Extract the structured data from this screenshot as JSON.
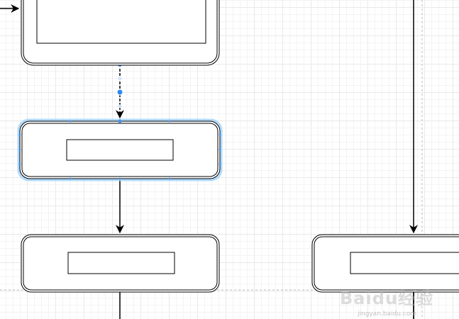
{
  "canvas": {
    "grid": true,
    "background_color": "#ffffff",
    "grid_color": "#e9e9e9",
    "selection_color": "#3399ff",
    "stroke_color": "#000000"
  },
  "diagram": {
    "nodes": [
      {
        "id": "process-box-top",
        "kind": "rounded-rectangle",
        "inner_label": "",
        "selected": false
      },
      {
        "id": "process-box-middle",
        "kind": "rounded-rectangle",
        "inner_label": "",
        "selected": true
      },
      {
        "id": "process-box-bottom-left",
        "kind": "rounded-rectangle",
        "inner_label": "",
        "selected": false
      },
      {
        "id": "process-box-bottom-right",
        "kind": "rounded-rectangle",
        "inner_label": "",
        "selected": false
      }
    ],
    "edges": [
      {
        "id": "edge-entry-to-top",
        "from": "off-canvas-left",
        "to": "process-box-top",
        "selected": false
      },
      {
        "id": "edge-top-to-middle",
        "from": "process-box-top",
        "to": "process-box-middle",
        "selected": true
      },
      {
        "id": "edge-middle-to-bottom-left",
        "from": "process-box-middle",
        "to": "process-box-bottom-left",
        "selected": false
      },
      {
        "id": "edge-right-to-bottom-right",
        "from": "off-canvas-top",
        "to": "process-box-bottom-right",
        "selected": false
      },
      {
        "id": "edge-bottom-left-down",
        "from": "process-box-bottom-left",
        "to": "off-canvas-bottom",
        "selected": false
      },
      {
        "id": "edge-bottom-right-down",
        "from": "process-box-bottom-right",
        "to": "off-canvas-bottom",
        "selected": false
      }
    ]
  },
  "watermark": {
    "text": "Baidu经验",
    "sub_text": "jingyan.baidu.com"
  }
}
